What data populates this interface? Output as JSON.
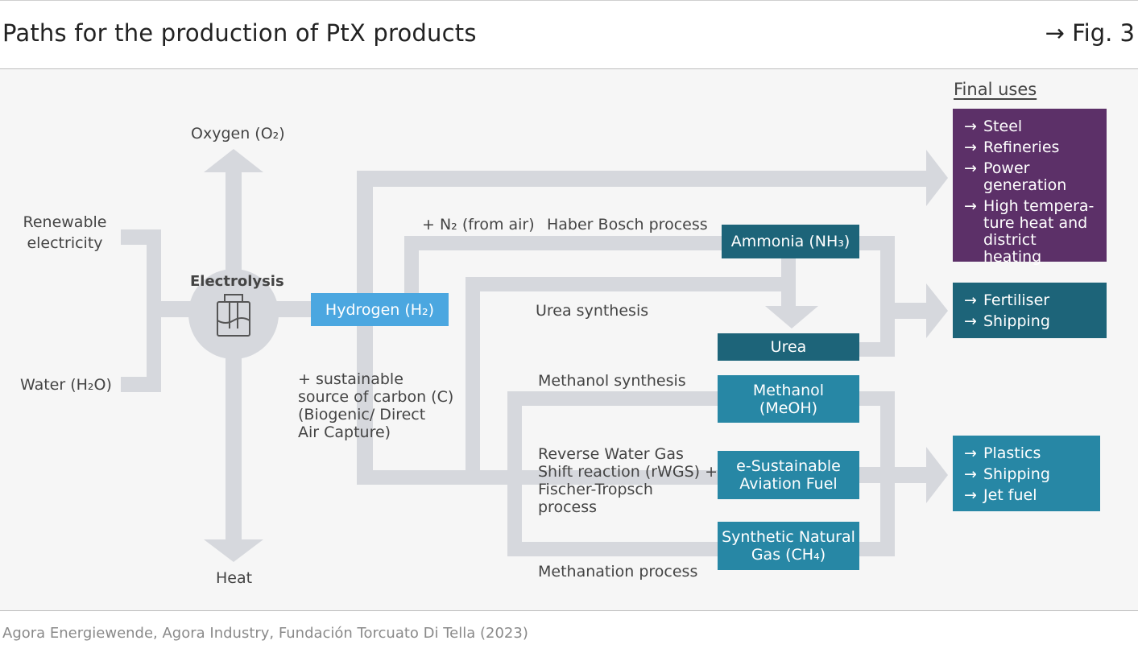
{
  "header": {
    "title": "Paths for the production of PtX products",
    "figure_ref": "→ Fig. 3"
  },
  "source": "Agora Energiewende, Agora Industry, Fundación Torcuato Di Tella (2023)",
  "inputs": {
    "renewable": "Renewable\nelectricity",
    "water": "Water (H₂O)"
  },
  "outputs": {
    "oxygen": "Oxygen (O₂)",
    "heat": "Heat"
  },
  "process": {
    "electrolysis": "Electrolysis"
  },
  "nodes": {
    "hydrogen": "Hydrogen (H₂)",
    "ammonia": "Ammonia (NH₃)",
    "urea": "Urea",
    "methanol": "Methanol\n(MeOH)",
    "esaf": "e-Sustainable\nAviation Fuel",
    "sng": "Synthetic Natural\nGas (CH₄)"
  },
  "path_labels": {
    "n2": "+ N₂ (from air)",
    "haber": "Haber Bosch process",
    "urea_synthesis": "Urea synthesis",
    "carbon": "+ sustainable\nsource of carbon (C)\n(Biogenic/ Direct\nAir Capture)",
    "methanol_synthesis": "Methanol synthesis",
    "rwgs": "Reverse Water Gas\nShift reaction (rWGS) +\nFischer-Tropsch\nprocess",
    "methanation": "Methanation process"
  },
  "final_uses": {
    "heading": "Final uses",
    "group1": [
      "Steel",
      "Refineries",
      "Power\ngeneration",
      "High tempera-\nture heat and\ndistrict heating"
    ],
    "group2": [
      "Fertiliser",
      "Shipping"
    ],
    "group3": [
      "Plastics",
      "Shipping",
      "Jet fuel"
    ],
    "arrow": "→"
  },
  "colors": {
    "hydrogen": "#4ba7e0",
    "dark_teal": "#1d6479",
    "mid_blue": "#2787a5",
    "purple": "#5c3068",
    "flow": "#d6d8dd"
  }
}
